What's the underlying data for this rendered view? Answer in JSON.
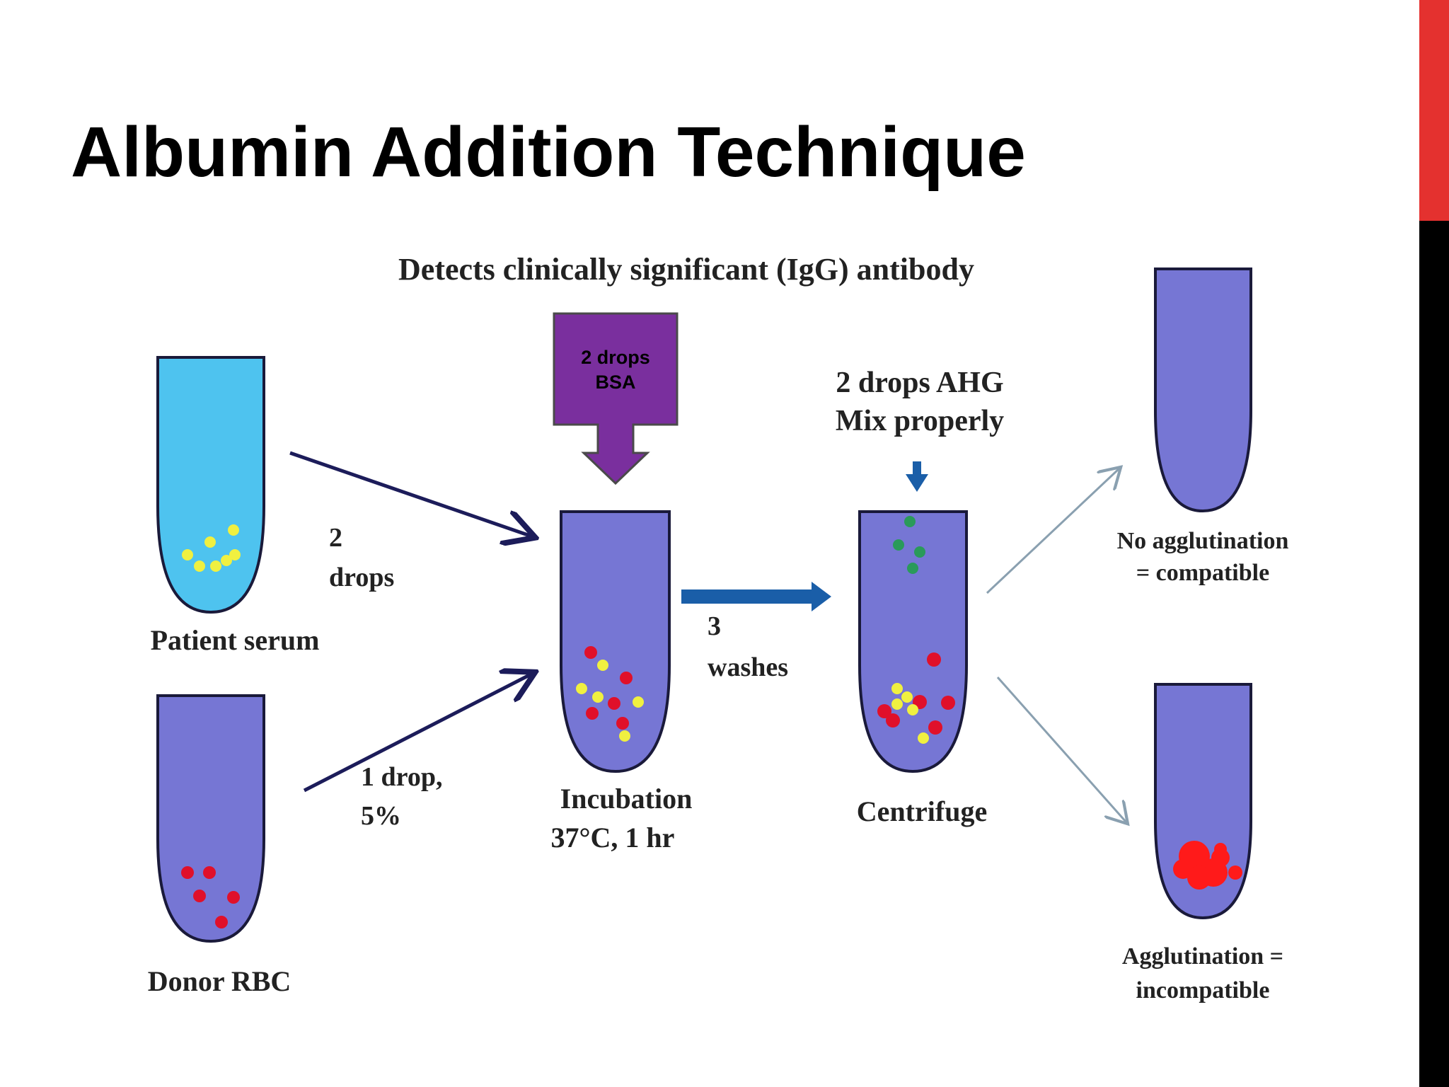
{
  "slide": {
    "title": "Albumin Addition Technique",
    "edge_colors": {
      "top": "#e4312f",
      "bottom": "#000000"
    }
  },
  "diagram": {
    "heading": "Detects clinically significant (IgG) antibody",
    "colors": {
      "serum": "#4ec3ef",
      "tube": "#7676d4",
      "outline": "#1a1a3a",
      "red_cell": "#e0102a",
      "yellow_dot": "#f0f040",
      "green_dot": "#2a9a5a",
      "bsa_box": "#7a2f9e",
      "arrow_dark": "#1c1c5a",
      "arrow_blue": "#1a5ea8",
      "arrow_grey": "#8aa0b0"
    },
    "tubes": {
      "patient_serum": {
        "label": "Patient serum"
      },
      "donor_rbc": {
        "label": "Donor RBC"
      },
      "incubation": {
        "label_line1": "Incubation",
        "label_line2": "37°C, 1 hr"
      },
      "centrifuge": {
        "label": "Centrifuge"
      },
      "compatible": {
        "label_line1": "No agglutination",
        "label_line2": "= compatible"
      },
      "incompatible": {
        "label_line1": "Agglutination =",
        "label_line2": "incompatible"
      }
    },
    "steps": {
      "serum_drops_line1": "2",
      "serum_drops_line2": "drops",
      "rbc_drop_line1": "1 drop,",
      "rbc_drop_line2": "5%",
      "bsa_line1": "2 drops",
      "bsa_line2": "BSA",
      "washes_line1": "3",
      "washes_line2": "washes",
      "ahg_line1": "2 drops AHG",
      "ahg_line2": "Mix properly"
    },
    "icons": {
      "bsa": "down-arrow-box",
      "ahg": "down-arrow",
      "wash": "right-arrow",
      "branch": "thin-arrow"
    }
  }
}
